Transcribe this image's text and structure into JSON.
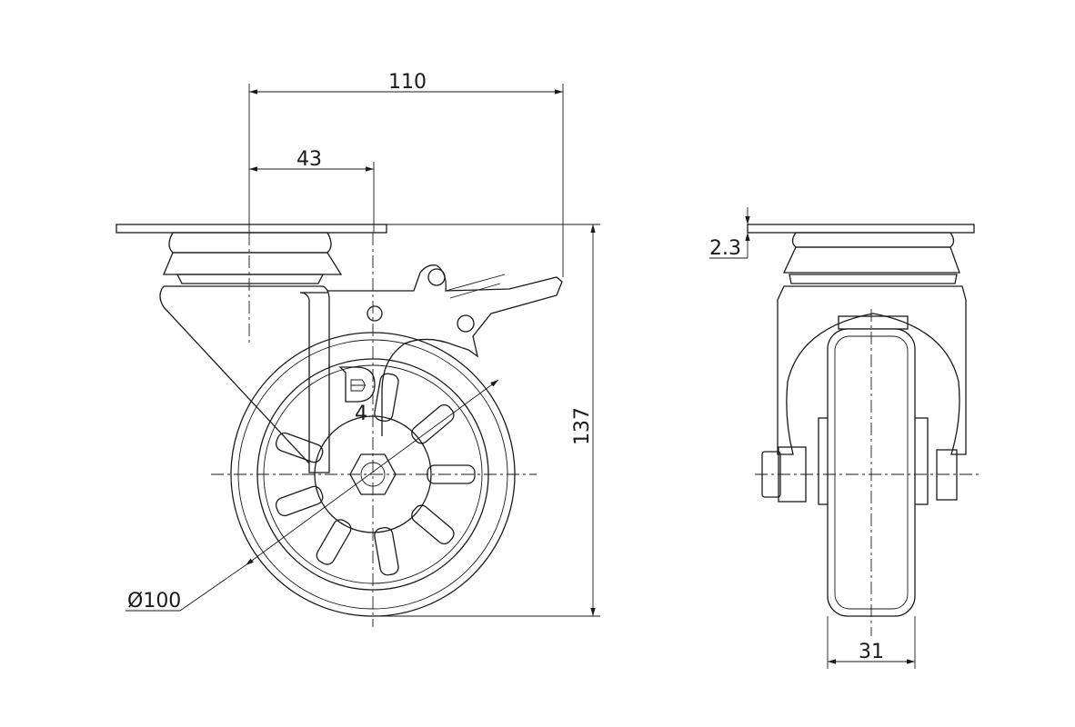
{
  "drawing": {
    "dimensions": {
      "overall_width": "110",
      "offset": "43",
      "height": "137",
      "plate_thickness": "2.3",
      "wheel_width": "31",
      "wheel_diameter": "Ø100"
    },
    "logo_text": "D",
    "size_mark": "4",
    "line_color": "#1a1a1a"
  }
}
